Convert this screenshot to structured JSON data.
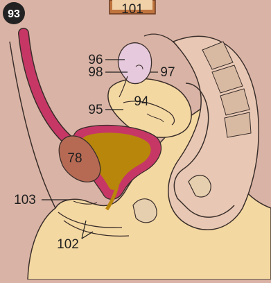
{
  "figure": {
    "number": "93",
    "top_label": "101"
  },
  "labels": {
    "l78": "78",
    "l94": "94",
    "l95": "95",
    "l96": "96",
    "l97": "97",
    "l98": "98",
    "l102": "102",
    "l103": "103"
  },
  "colors": {
    "background": "#d9b3a5",
    "body_outline": "#f6d9a7",
    "bladder_wall": "#c63766",
    "bladder_fill": "#b8860b",
    "organ_78": "#b66a54",
    "urethra_wall": "#c8a4c8",
    "uterus_pink": "#e6c9d8",
    "dark_line": "#2a2a2a"
  }
}
